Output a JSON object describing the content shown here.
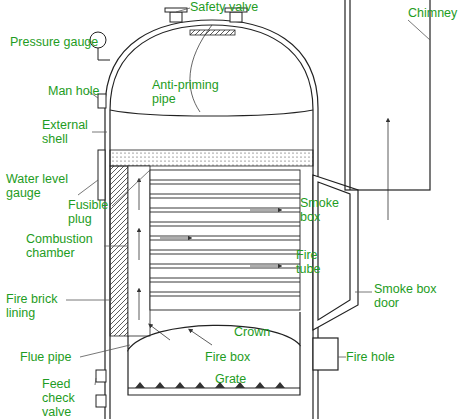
{
  "diagram": {
    "labels": [
      "Safety valve",
      "Pressure gauge",
      "Man hole",
      "Anti-priming pipe",
      "External shell",
      "Water level gauge",
      "Fusible plug",
      "Combustion chamber",
      "Fire brick lining",
      "Flue pipe",
      "Feed check valve",
      "Chimney",
      "Smoke box",
      "Fire tube",
      "Smoke box door",
      "Crown",
      "Fire box",
      "Grate",
      "Fire hole"
    ]
  }
}
